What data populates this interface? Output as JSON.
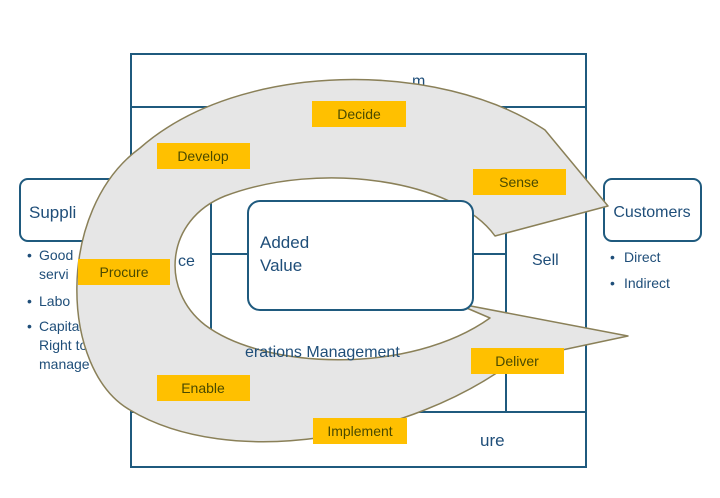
{
  "colors": {
    "frame": "#1f5a7e",
    "text": "#1f4e79",
    "arrow_fill": "#e6e6e6",
    "arrow_stroke": "#8a8058",
    "label_fill": "#ffc000",
    "label_text": "#4a4a00"
  },
  "header_partial": "m",
  "footer_partial": "ure",
  "operations_label": "erations Management",
  "center_box": {
    "line1": "Added",
    "line2": "Value"
  },
  "left_cell_label": "ce",
  "right_cell_label": "Sell",
  "supplier": {
    "title": "Suppli",
    "bullets": [
      {
        "line1": "Good",
        "line2": "servi"
      },
      {
        "line1": "Labo",
        "line2": ""
      },
      {
        "line1": "Capita",
        "line2": "Right to",
        "line3": "manage"
      }
    ]
  },
  "customers": {
    "title": "Customers",
    "bullets": [
      "Direct",
      "Indirect"
    ]
  },
  "stages": {
    "decide": "Decide",
    "develop": "Develop",
    "sense": "Sense",
    "procure": "Procure",
    "deliver": "Deliver",
    "enable": "Enable",
    "implement": "Implement"
  },
  "bullet_glyph": "•"
}
